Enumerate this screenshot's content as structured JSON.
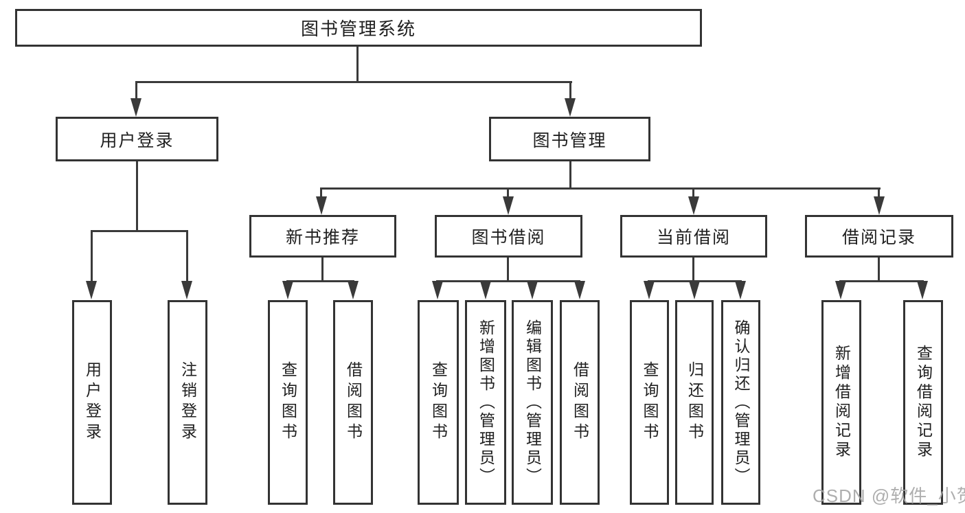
{
  "diagram": {
    "root": {
      "label": "图书管理系统"
    },
    "children": [
      {
        "label": "用户登录",
        "children": [
          {
            "label": "用户登录"
          },
          {
            "label": "注销登录"
          }
        ]
      },
      {
        "label": "图书管理",
        "children": [
          {
            "label": "新书推荐",
            "children": [
              {
                "label": "查询图书"
              },
              {
                "label": "借阅图书"
              }
            ]
          },
          {
            "label": "图书借阅",
            "children": [
              {
                "label": "查询图书"
              },
              {
                "label": "新增图书（管理员）"
              },
              {
                "label": "编辑图书（管理员）"
              },
              {
                "label": "借阅图书"
              }
            ]
          },
          {
            "label": "当前借阅",
            "children": [
              {
                "label": "查询图书"
              },
              {
                "label": "归还图书"
              },
              {
                "label": "确认归还（管理员）"
              }
            ]
          },
          {
            "label": "借阅记录",
            "children": [
              {
                "label": "新增借阅记录"
              },
              {
                "label": "查询借阅记录"
              }
            ]
          }
        ]
      }
    ]
  },
  "watermark": {
    "text": "CSDN @软件_小贺同学",
    "color": "#a6a6a6"
  },
  "colors": {
    "line": "#3a3a3a",
    "box_border": "#333333",
    "box_fill": "#ffffff",
    "text": "#1f1f1f",
    "background": "#ffffff"
  }
}
